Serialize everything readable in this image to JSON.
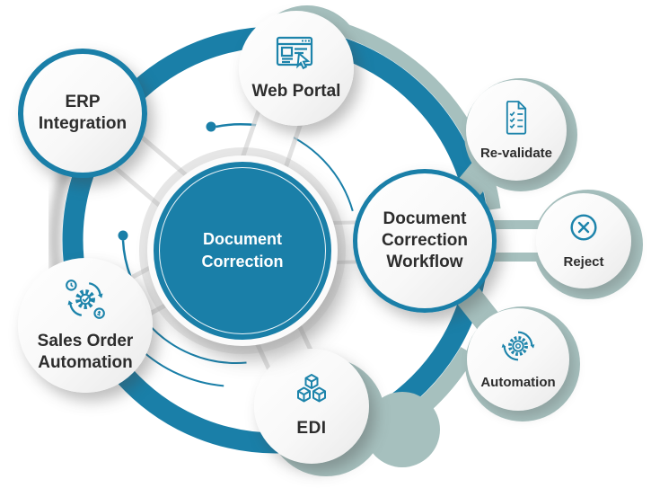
{
  "diagram": {
    "center": {
      "label": "Document Correction"
    },
    "nodes": {
      "erp": {
        "label": "ERP Integration"
      },
      "web_portal": {
        "label": "Web Portal",
        "icon": "browser-cursor-icon"
      },
      "sales_order": {
        "label": "Sales Order Automation",
        "icon": "process-sync-icon"
      },
      "edi": {
        "label": "EDI",
        "icon": "cubes-icon"
      },
      "workflow": {
        "label": "Document Correction Workflow"
      }
    },
    "satellites": {
      "revalidate": {
        "label": "Re-validate",
        "icon": "document-checklist-icon"
      },
      "reject": {
        "label": "Reject",
        "icon": "circle-x-icon"
      },
      "automation": {
        "label": "Automation",
        "icon": "gear-arrows-icon"
      }
    },
    "colors": {
      "teal": "#1a7fa8",
      "icon_teal": "#1d84ab",
      "sage": "#a6c0be",
      "text_dark": "#2d2d2d",
      "white": "#ffffff"
    }
  }
}
